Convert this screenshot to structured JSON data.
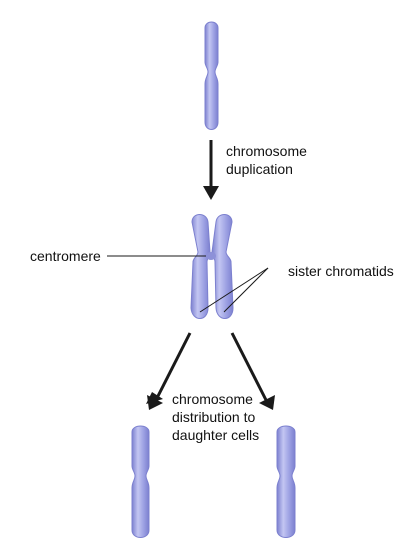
{
  "labels": {
    "duplication": [
      "chromosome",
      "duplication"
    ],
    "centromere": "centromere",
    "sister_chromatids": "sister chromatids",
    "distribution": [
      "chromosome",
      "distribution to",
      "daughter cells"
    ]
  },
  "colors": {
    "chromosome_fill": "#9b9fe2",
    "chromosome_highlight": "#c3c6f2",
    "chromosome_shadow": "#7c80cf",
    "arrow": "#1a1a1a",
    "leader_line": "#1a1a1a"
  }
}
